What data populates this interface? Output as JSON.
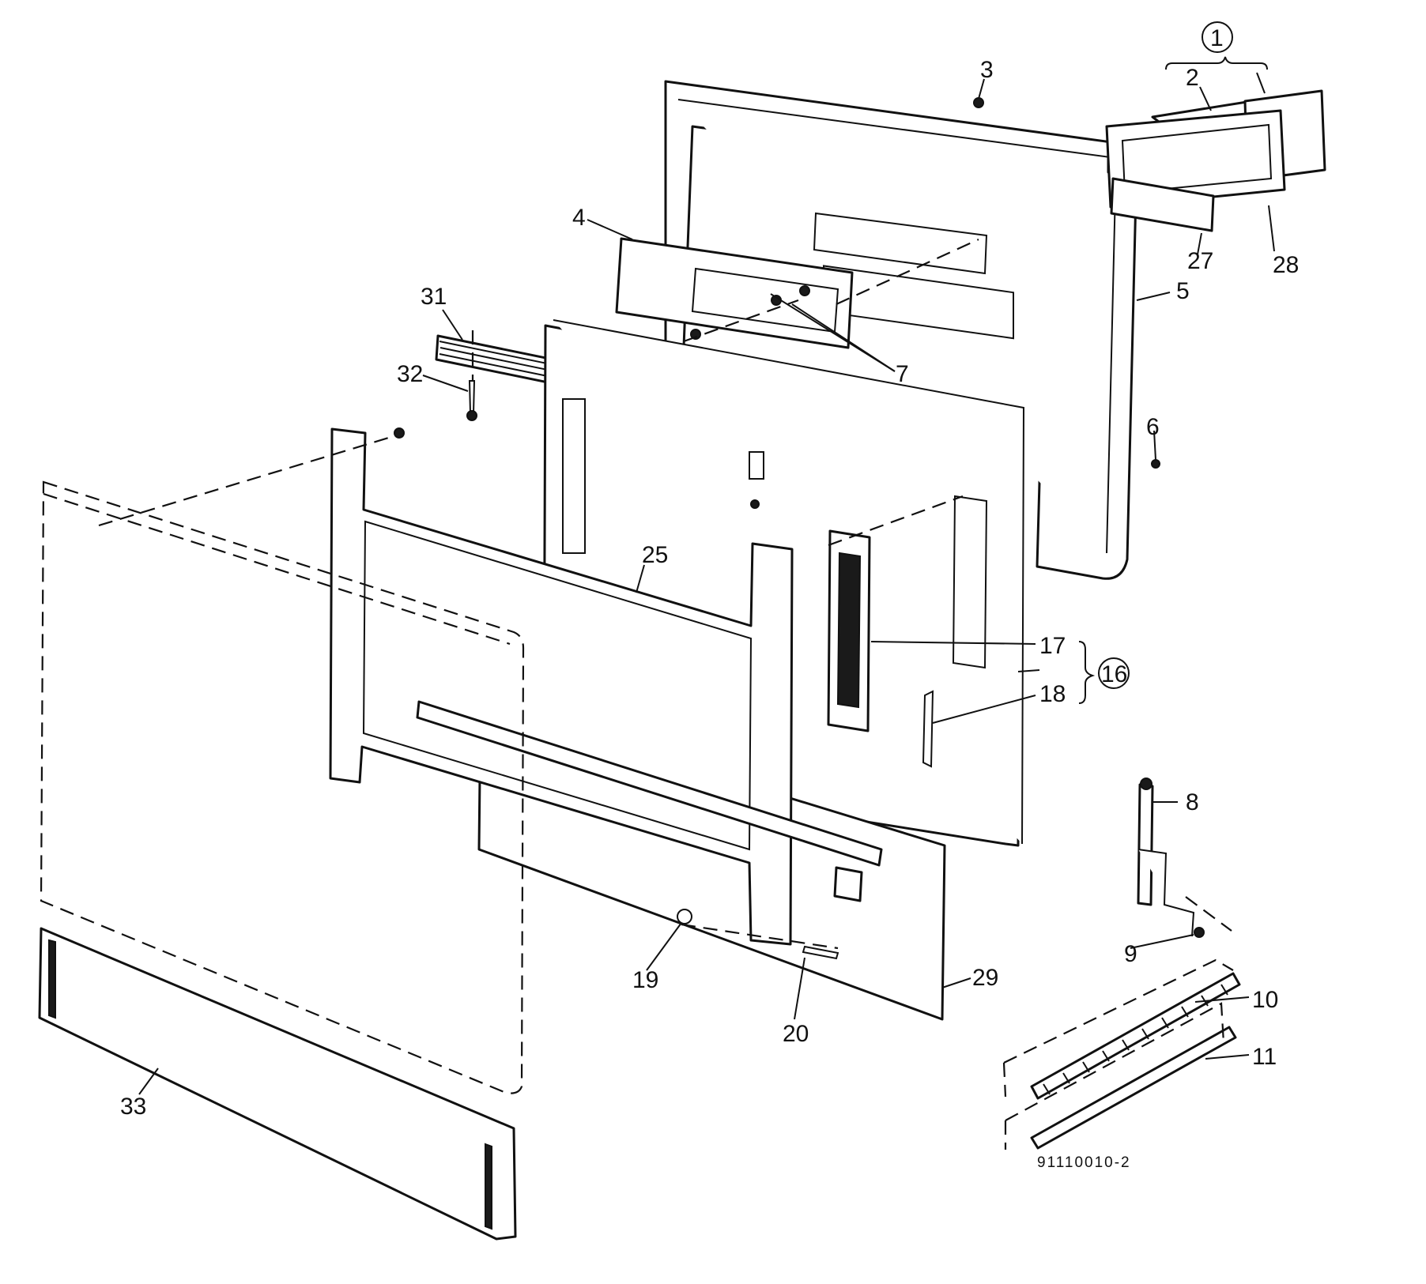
{
  "callouts": {
    "c1": "1",
    "c2": "2",
    "c3": "3",
    "c4": "4",
    "c5": "5",
    "c6": "6",
    "c7": "7",
    "c8": "8",
    "c9": "9",
    "c10": "10",
    "c11": "11",
    "c16": "16",
    "c17": "17",
    "c18": "18",
    "c19": "19",
    "c20": "20",
    "c25": "25",
    "c27": "27",
    "c28": "28",
    "c29": "29",
    "c31": "31",
    "c32": "32",
    "c33": "33"
  },
  "drawing_number": "91110010-2"
}
